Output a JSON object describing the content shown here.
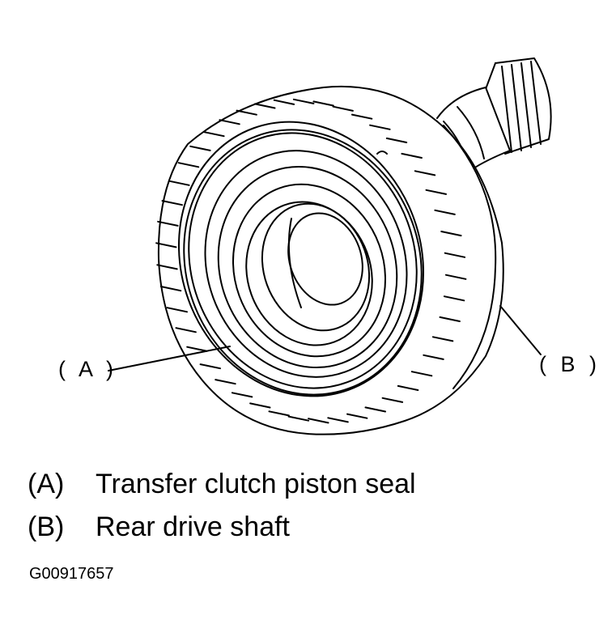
{
  "callouts": {
    "a": "( A )",
    "b": "( B )"
  },
  "legend": [
    {
      "key": "(A)",
      "text": "Transfer clutch piston seal"
    },
    {
      "key": "(B)",
      "text": "Rear drive shaft"
    }
  ],
  "figure_id": "G00917657",
  "colors": {
    "line": "#000000",
    "background": "#ffffff"
  }
}
